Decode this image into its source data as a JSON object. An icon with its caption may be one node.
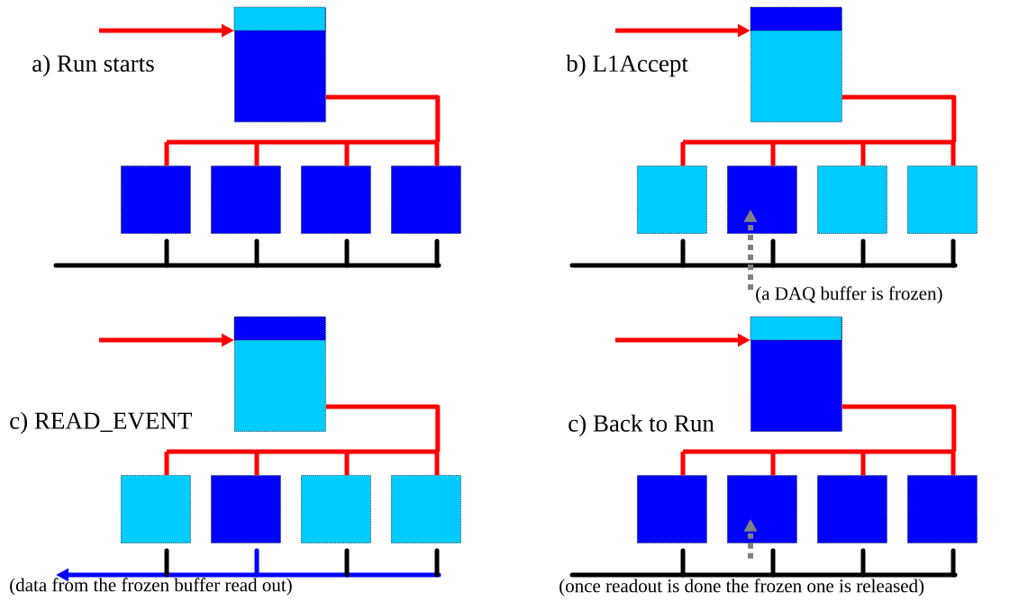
{
  "diagram": {
    "nodes": [
      {
        "text": [],
        "shape": "box"
      },
      {
        "text": [],
        "shape": "box"
      },
      {
        "text": [],
        "shape": "box"
      },
      {
        "text": [],
        "shape": "box"
      },
      {
        "text": [],
        "shape": "box"
      },
      {
        "text": [],
        "shape": "box"
      },
      {
        "text": [],
        "shape": "box"
      },
      {
        "text": [],
        "shape": "box"
      },
      {
        "text": [],
        "shape": "box"
      },
      {
        "text": [],
        "shape": "box"
      },
      {
        "text": [
          "(a DAQ buffer is frozen)"
        ]
      },
      {
        "text": [],
        "shape": "box"
      },
      {
        "text": [],
        "shape": "box"
      },
      {
        "text": [],
        "shape": "box"
      },
      {
        "text": [],
        "shape": "box"
      },
      {
        "text": [],
        "shape": "box"
      },
      {
        "text": [],
        "shape": "box"
      },
      {
        "text": [],
        "shape": "box"
      },
      {
        "text": [],
        "shape": "box"
      },
      {
        "text": [],
        "shape": "box"
      },
      {
        "text": [],
        "shape": "box"
      }
    ],
    "edges": [
      {
        "from": null,
        "to": 0,
        "arrow": "to"
      },
      {
        "from": 0,
        "to": 1,
        "arrow": "none"
      },
      {
        "from": 0,
        "to": 2,
        "arrow": "none"
      },
      {
        "from": 0,
        "to": 3,
        "arrow": "none"
      },
      {
        "from": 0,
        "to": 4,
        "arrow": "none"
      },
      {
        "from": null,
        "to": 5,
        "arrow": "to"
      },
      {
        "from": 5,
        "to": 6,
        "arrow": "none"
      },
      {
        "from": 5,
        "to": 7,
        "arrow": "none"
      },
      {
        "from": 5,
        "to": 8,
        "arrow": "none"
      },
      {
        "from": 5,
        "to": 9,
        "arrow": "none"
      },
      {
        "from": 10,
        "to": 7,
        "arrow": "to",
        "style": "dashed",
        "color": "#808080"
      },
      {
        "from": null,
        "to": 11,
        "arrow": "to"
      },
      {
        "from": 11,
        "to": 12,
        "arrow": "none"
      },
      {
        "from": 11,
        "to": 13,
        "arrow": "none"
      },
      {
        "from": 11,
        "to": 14,
        "arrow": "none"
      },
      {
        "from": 11,
        "to": 15,
        "arrow": "none"
      },
      {
        "from": null,
        "to": 16,
        "arrow": "to"
      },
      {
        "from": 16,
        "to": 17,
        "arrow": "none"
      },
      {
        "from": 16,
        "to": 18,
        "arrow": "none"
      },
      {
        "from": 16,
        "to": 19,
        "arrow": "none"
      },
      {
        "from": 16,
        "to": 20,
        "arrow": "none"
      },
      {
        "from": null,
        "to": 18,
        "arrow": "to",
        "style": "dashed",
        "color": "#808080"
      }
    ],
    "labels": [
      "a)  Run starts",
      "b) L1Accept",
      "c) READ_EVENT",
      "(data from the frozen buffer read out)",
      "c) Back to Run",
      "(once readout is done the frozen one is released)"
    ]
  }
}
